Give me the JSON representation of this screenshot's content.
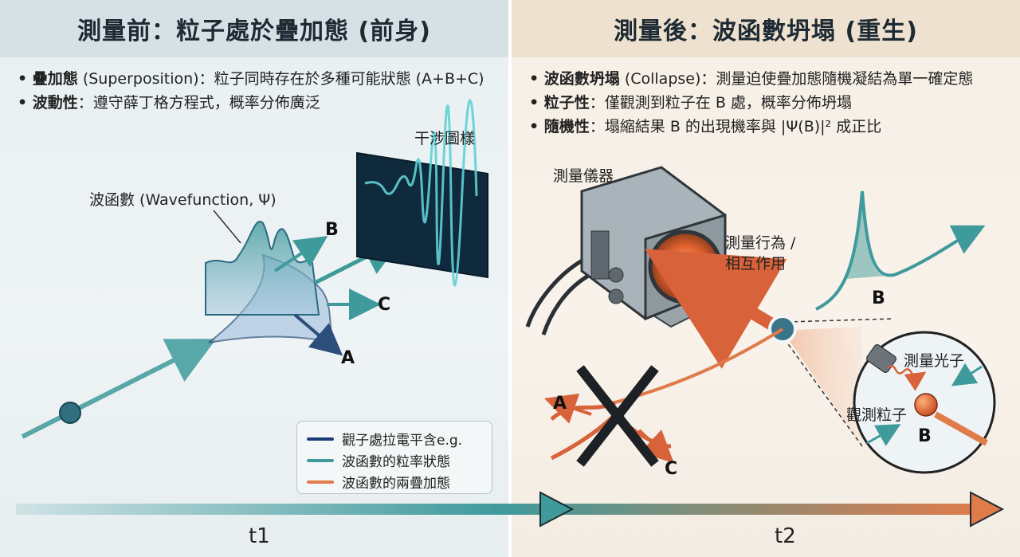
{
  "left": {
    "title": "測量前：粒子處於疊加態 (前身)",
    "bullets": [
      {
        "bold": "疊加態",
        "text": " (Superposition)：粒子同時存在於多種可能狀態 (A+B+C)"
      },
      {
        "bold": "波動性",
        "text": "：遵守薛丁格方程式，概率分佈廣泛"
      }
    ],
    "interference_label": "干涉圖樣",
    "wavefunction_label": "波函數 (Wavefunction, Ψ)",
    "label_a": "A",
    "label_b": "B",
    "label_c": "C",
    "legend": [
      {
        "label": "觀子處拉電平含e.g.",
        "color": "#1f3c7a"
      },
      {
        "label": "波函數的粒率狀態",
        "color": "#3f9a9c"
      },
      {
        "label": "波函數的兩疊加態",
        "color": "#e07b4a"
      }
    ]
  },
  "right": {
    "title": "測量後：波函數坍塌 (重生)",
    "bullets": [
      {
        "bold": "波函數坍塌",
        "text": " (Collapse)：測量迫使疊加態隨機凝結為單一確定態"
      },
      {
        "bold": "粒子性",
        "text": "：僅觀測到粒子在 B 處，概率分佈坍塌"
      },
      {
        "bold": "隨機性",
        "text": "：塌縮結果 B 的出現機率與 |Ψ(B)|² 成正比"
      }
    ],
    "device_label": "測量儀器",
    "interaction_line1": "測量行為 /",
    "interaction_line2": "相互作用",
    "label_b": "B",
    "label_a": "A",
    "label_c": "C",
    "photon_label": "測量光子",
    "observed_label": "觀測粒子",
    "inset_b": "B"
  },
  "timeline": {
    "t1": "t1",
    "t2": "t2"
  },
  "colors": {
    "teal": "#3f9a9c",
    "navy": "#1f3c7a",
    "orange": "#e07b4a",
    "dark": "#1d2a33"
  }
}
